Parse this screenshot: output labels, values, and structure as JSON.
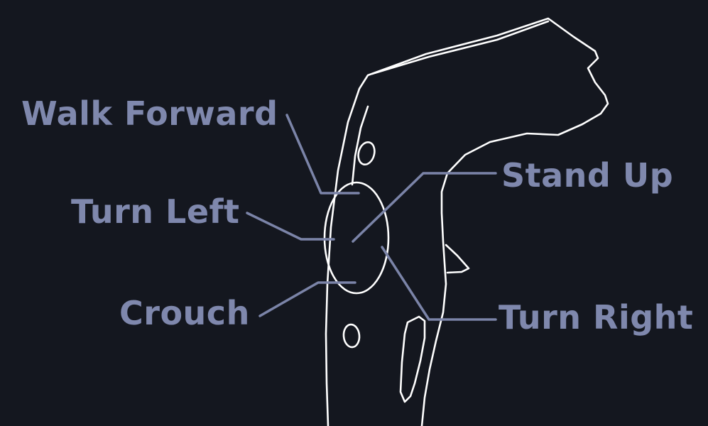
{
  "colors": {
    "background": "#14171f",
    "outline": "#ffffff",
    "label": "#7f88ad",
    "leader": "#7b84a8"
  },
  "labels": {
    "walk_forward": "Walk Forward",
    "turn_left": "Turn Left",
    "crouch": "Crouch",
    "stand_up": "Stand Up",
    "turn_right": "Turn Right"
  }
}
